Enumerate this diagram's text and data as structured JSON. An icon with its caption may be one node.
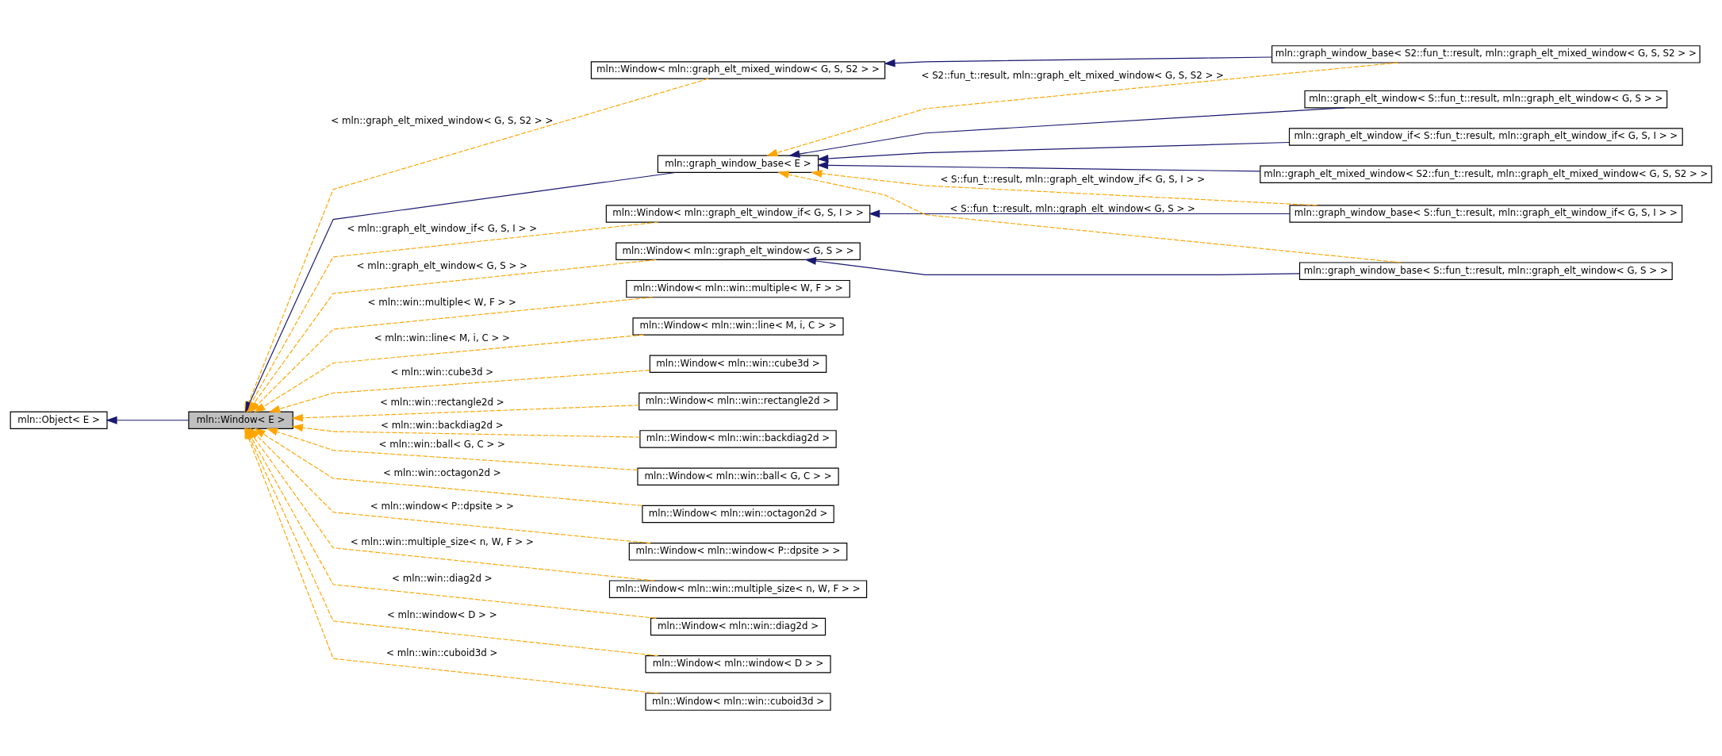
{
  "diagram": {
    "nodes": [
      {
        "text": [
          "mln::Object< E >"
        ]
      },
      {
        "text": [
          "mln::Window< E >"
        ]
      },
      {
        "text": [
          "mln::Window< mln::graph_elt_mixed_window< G, S, S2 > >"
        ]
      },
      {
        "text": [
          "mln::Window< mln::graph_elt_window_if< G, S, I > >"
        ]
      },
      {
        "text": [
          "mln::graph_window_base< E >"
        ]
      },
      {
        "text": [
          "mln::Window< mln::graph_elt_window< G, S > >"
        ]
      },
      {
        "text": [
          "mln::Window< mln::win::multiple< W, F > >"
        ]
      },
      {
        "text": [
          "mln::Window< mln::win::line< M, i, C > >"
        ]
      },
      {
        "text": [
          "mln::Window< mln::win::cube3d >"
        ]
      },
      {
        "text": [
          "mln::Window< mln::win::rectangle2d >"
        ]
      },
      {
        "text": [
          "mln::Window< mln::win::backdiag2d >"
        ]
      },
      {
        "text": [
          "mln::Window< mln::win::ball< G, C > >"
        ]
      },
      {
        "text": [
          "mln::Window< mln::win::octagon2d >"
        ]
      },
      {
        "text": [
          "mln::Window< mln::window< P::dpsite > >"
        ]
      },
      {
        "text": [
          "mln::Window< mln::win::multiple_size< n, W, F > >"
        ]
      },
      {
        "text": [
          "mln::Window< mln::win::diag2d >"
        ]
      },
      {
        "text": [
          "mln::Window< mln::window< D > >"
        ]
      },
      {
        "text": [
          "mln::Window< mln::win::cuboid3d >"
        ]
      },
      {
        "text": [
          "mln::graph_window_base< S2::fun_t::result, mln::graph_elt_mixed_window< G, S, S2 > >"
        ]
      },
      {
        "text": [
          "mln::graph_window_base< S::fun_t::result, mln::graph_elt_window_if< G, S, I > >"
        ]
      },
      {
        "text": [
          "mln::graph_elt_window_if< S::fun_t::result, mln::graph_elt_window_if< G, S, I > >"
        ]
      },
      {
        "text": [
          "mln::graph_elt_mixed_window< S2::fun_t::result, mln::graph_elt_mixed_window< G, S, S2 > >"
        ]
      },
      {
        "text": [
          "mln::graph_elt_window< S::fun_t::result, mln::graph_elt_window< G, S > >"
        ]
      },
      {
        "text": [
          "mln::graph_window_base< S::fun_t::result, mln::graph_elt_window< G, S > >"
        ]
      }
    ],
    "edges": [
      {
        "from": 1,
        "to": 0,
        "arrow": "to",
        "color": "#191970"
      },
      {
        "from": 2,
        "to": 1,
        "arrow": "to",
        "style": "dashed",
        "label": "< mln::graph_elt_mixed_window< G, S, S2 > >"
      },
      {
        "from": 3,
        "to": 1,
        "arrow": "to",
        "style": "dashed",
        "label": "< mln::graph_elt_window_if< G, S, I > >"
      },
      {
        "from": 4,
        "to": 1,
        "arrow": "to",
        "color": "#191970"
      },
      {
        "from": 5,
        "to": 1,
        "arrow": "to",
        "style": "dashed",
        "label": "< mln::graph_elt_window< G, S > >"
      },
      {
        "from": 6,
        "to": 1,
        "arrow": "to",
        "style": "dashed",
        "label": "< mln::win::multiple< W, F > >"
      },
      {
        "from": 7,
        "to": 1,
        "arrow": "to",
        "style": "dashed",
        "label": "< mln::win::line< M, i, C > >"
      },
      {
        "from": 8,
        "to": 1,
        "arrow": "to",
        "style": "dashed",
        "label": "< mln::win::cube3d >"
      },
      {
        "from": 9,
        "to": 1,
        "arrow": "to",
        "style": "dashed",
        "label": "< mln::win::rectangle2d >"
      },
      {
        "from": 10,
        "to": 1,
        "arrow": "to",
        "style": "dashed",
        "label": "< mln::win::backdiag2d >"
      },
      {
        "from": 11,
        "to": 1,
        "arrow": "to",
        "style": "dashed",
        "label": "< mln::win::ball< G, C > >"
      },
      {
        "from": 12,
        "to": 1,
        "arrow": "to",
        "style": "dashed",
        "label": "< mln::win::octagon2d >"
      },
      {
        "from": 13,
        "to": 1,
        "arrow": "to",
        "style": "dashed",
        "label": "< mln::window< P::dpsite > >"
      },
      {
        "from": 14,
        "to": 1,
        "arrow": "to",
        "style": "dashed",
        "label": "< mln::win::multiple_size< n, W, F > >"
      },
      {
        "from": 15,
        "to": 1,
        "arrow": "to",
        "style": "dashed",
        "label": "< mln::win::diag2d >"
      },
      {
        "from": 16,
        "to": 1,
        "arrow": "to",
        "style": "dashed",
        "label": "< mln::window< D > >"
      },
      {
        "from": 17,
        "to": 1,
        "arrow": "to",
        "style": "dashed",
        "label": "< mln::win::cuboid3d >"
      },
      {
        "from": 18,
        "to": 2,
        "arrow": "to",
        "color": "#191970"
      },
      {
        "from": 19,
        "to": 3,
        "arrow": "to",
        "color": "#191970"
      },
      {
        "from": 18,
        "to": 4,
        "arrow": "to",
        "style": "dashed",
        "label": "< S2::fun_t::result, mln::graph_elt_mixed_window< G, S, S2 > >"
      },
      {
        "from": 19,
        "to": 4,
        "arrow": "to",
        "style": "dashed",
        "label": "< S::fun_t::result, mln::graph_elt_window_if< G, S, I > >"
      },
      {
        "from": 20,
        "to": 4,
        "arrow": "to",
        "color": "#191970"
      },
      {
        "from": 21,
        "to": 4,
        "arrow": "to",
        "color": "#191970"
      },
      {
        "from": 22,
        "to": 4,
        "arrow": "to",
        "color": "#191970"
      },
      {
        "from": 23,
        "to": 4,
        "arrow": "to",
        "style": "dashed",
        "label": "< S::fun_t::result, mln::graph_elt_window< G, S > >"
      },
      {
        "from": 23,
        "to": 5,
        "arrow": "to",
        "color": "#191970"
      }
    ]
  }
}
